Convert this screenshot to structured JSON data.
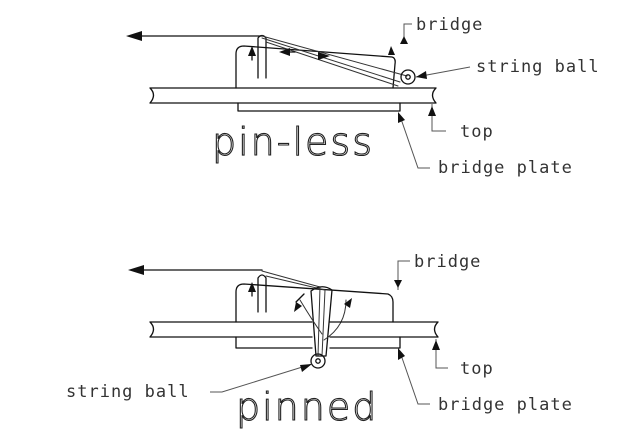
{
  "diagrams": [
    {
      "caption": "pin-less",
      "labels": {
        "bridge": "bridge",
        "string_ball": "string ball",
        "top": "top",
        "bridge_plate": "bridge plate"
      }
    },
    {
      "caption": "pinned",
      "labels": {
        "bridge": "bridge",
        "string_ball": "string ball",
        "top": "top",
        "bridge_plate": "bridge plate"
      }
    }
  ]
}
